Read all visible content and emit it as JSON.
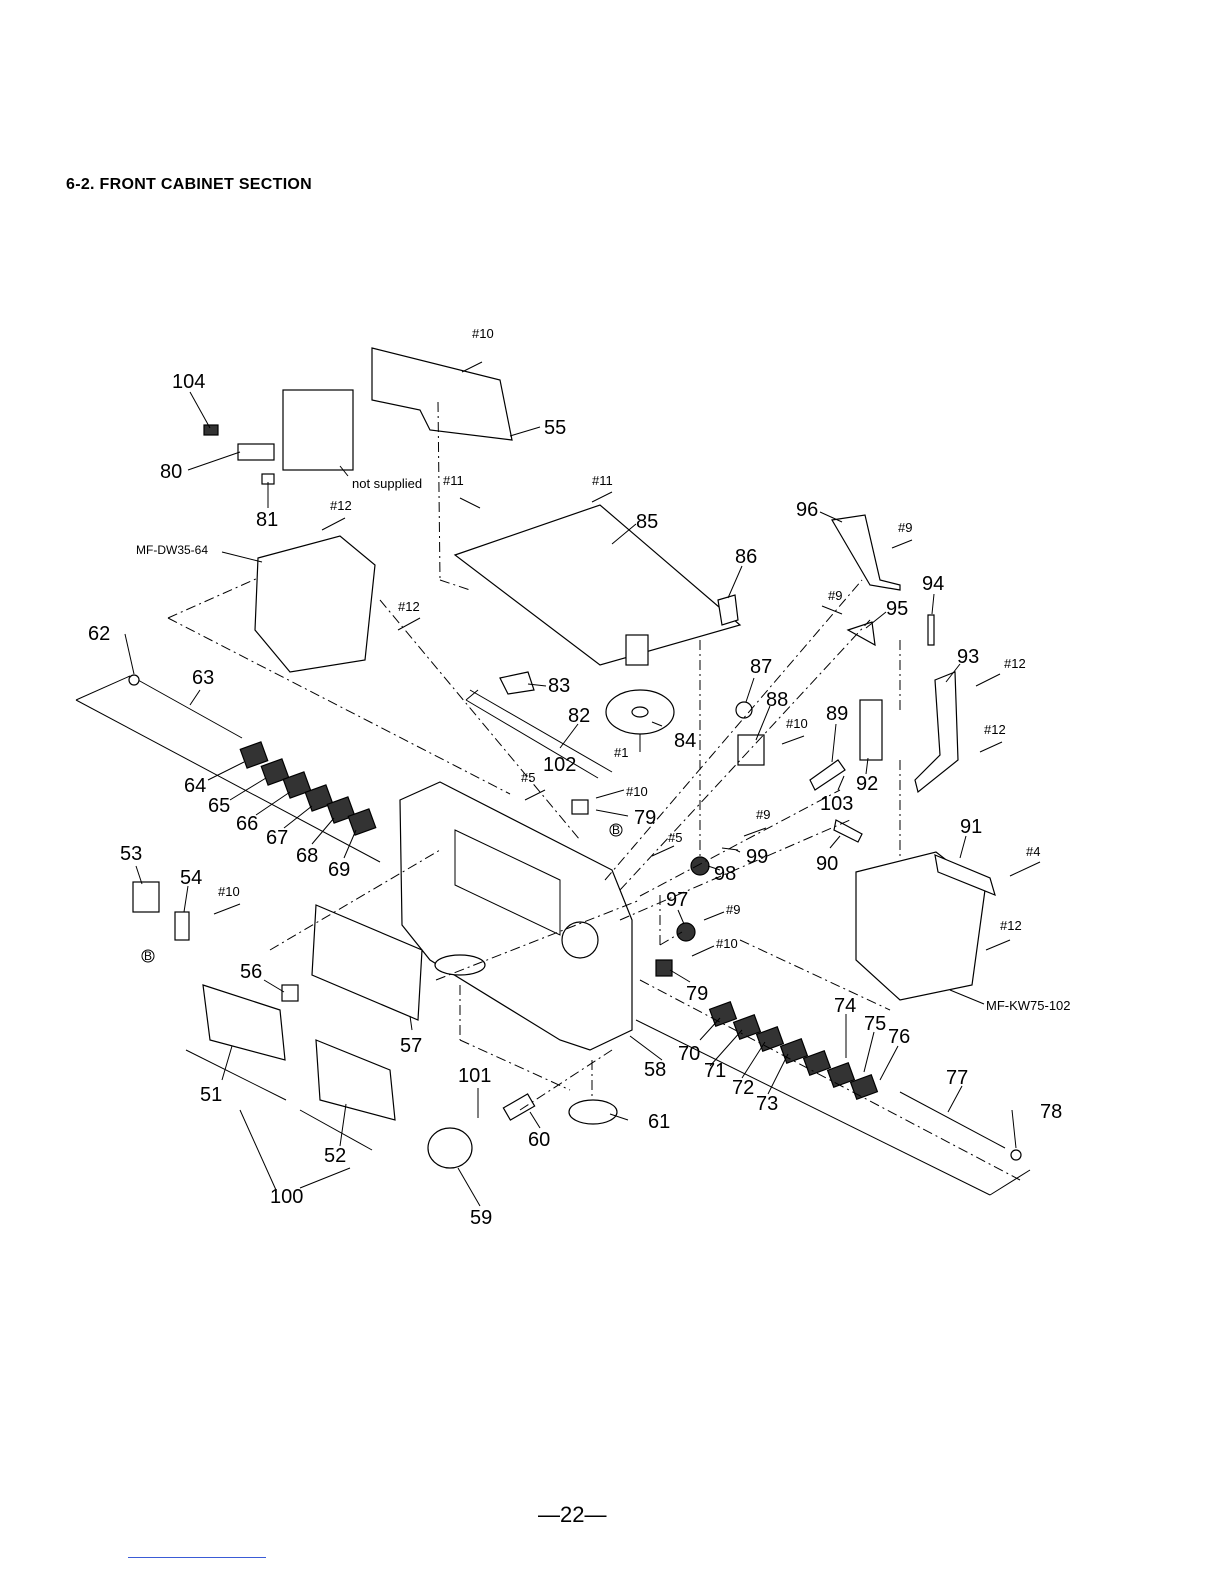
{
  "header": {
    "title": "6-2.  FRONT CABINET SECTION"
  },
  "diagram": {
    "labels": {
      "p51": "51",
      "p52": "52",
      "p53": "53",
      "p54": "54",
      "p55": "55",
      "p56": "56",
      "p57": "57",
      "p58": "58",
      "p59": "59",
      "p60": "60",
      "p61": "61",
      "p62": "62",
      "p63": "63",
      "p64": "64",
      "p65": "65",
      "p66": "66",
      "p67": "67",
      "p68": "68",
      "p69": "69",
      "p70": "70",
      "p71": "71",
      "p72": "72",
      "p73": "73",
      "p74": "74",
      "p75": "75",
      "p76": "76",
      "p77": "77",
      "p78": "78",
      "p79a": "79",
      "p79b": "79",
      "p80": "80",
      "p81": "81",
      "p82": "82",
      "p83": "83",
      "p84": "84",
      "p85": "85",
      "p86": "86",
      "p87": "87",
      "p88": "88",
      "p89": "89",
      "p90": "90",
      "p91": "91",
      "p92": "92",
      "p93": "93",
      "p94": "94",
      "p95": "95",
      "p96": "96",
      "p97": "97",
      "p98": "98",
      "p99": "99",
      "p100": "100",
      "p101": "101",
      "p102": "102",
      "p103": "103",
      "p104": "104"
    },
    "screws": {
      "s10a": "#10",
      "s11a": "#11",
      "s11b": "#11",
      "s12a": "#12",
      "s12b": "#12",
      "s9a": "#9",
      "s9b": "#9",
      "s12c": "#12",
      "s10b": "#10",
      "s1": "#1",
      "s12d": "#12",
      "s5a": "#5",
      "s10c": "#10",
      "s9c": "#9",
      "s5b": "#5",
      "s4": "#4",
      "s10d": "#10",
      "s9d": "#9",
      "s10e": "#10",
      "s12e": "#12"
    },
    "notes": {
      "not_supplied": "not supplied",
      "mf_dw": "MF-DW35-64",
      "mf_kw": "MF-KW75-102",
      "ref_b1": "B",
      "ref_b2": "B"
    }
  },
  "footer": {
    "page": "—22—"
  }
}
